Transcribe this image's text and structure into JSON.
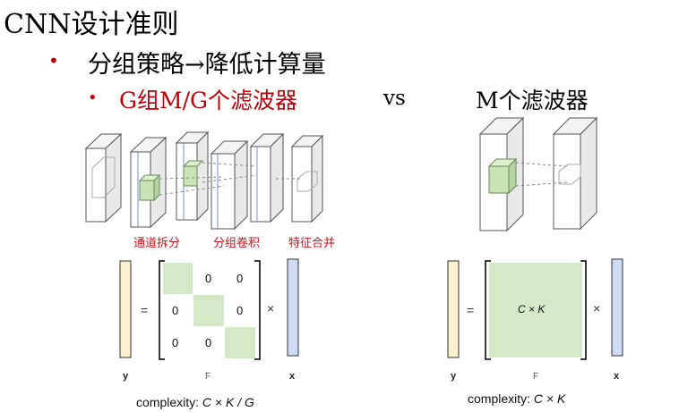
{
  "title": "CNN设计准则",
  "bullets": {
    "b1_mark": "•",
    "b1_text": "分组策略→降低计算量",
    "b2_mark": "•",
    "b2_left": "G组M/G个滤波器",
    "b2_vs": "vs",
    "b2_right": "M个滤波器"
  },
  "left_diagram": {
    "stage_labels": [
      "通道拆分",
      "分组卷积",
      "特征合并"
    ]
  },
  "left_equation": {
    "y_label": "y",
    "equals": "=",
    "times": "×",
    "f_label": "F",
    "x_label": "x",
    "zeros": [
      "0",
      "0",
      "0",
      "0",
      "0",
      "0"
    ],
    "complexity_prefix": "complexity: ",
    "complexity_formula": "C × K / G"
  },
  "right_equation": {
    "y_label": "y",
    "equals": "=",
    "times": "×",
    "f_label": "F",
    "x_label": "x",
    "center_text": "C × K",
    "complexity_prefix": "complexity: ",
    "complexity_formula": "C × K"
  },
  "colors": {
    "bullet_red": "#c0000b",
    "label_red": "#d4141e",
    "green_fill": "#d5e8c8",
    "y_fill": "#fdf2d0",
    "x_fill": "#cfdcf3"
  }
}
